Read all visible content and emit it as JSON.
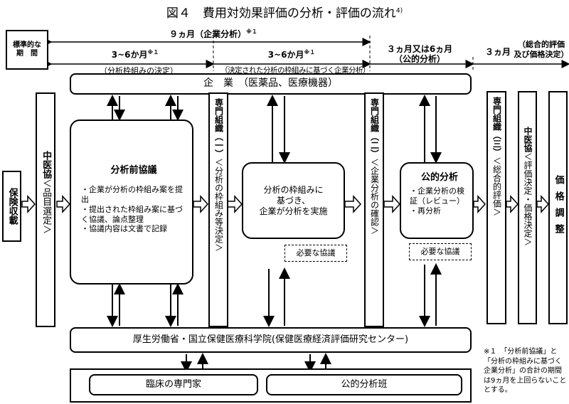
{
  "title": "図４　費用対効果評価の分析・評価の流れ",
  "title_sup": "4)",
  "period_box": "標準的な\n期　間",
  "timeline": {
    "total": "９ヵ月（企業分析）",
    "total_note": "※１",
    "seg1": "3~6か月",
    "seg1_note": "※１",
    "seg1_sub": "（分析枠組みの決定）",
    "seg2": "3~6か月",
    "seg2_note": "※１",
    "seg2_sub": "（決定された分析の枠組みに基づく企業分析）",
    "seg3": "３ヵ月又は6ヵ月",
    "seg3_sub": "（公的分析）",
    "seg4": "３ヵ月",
    "seg4_side": "（総合的評価\n及び価格決定）"
  },
  "company_bar": "企　業　（医薬品、医療機器）",
  "cols": {
    "c1": "保険収載",
    "c2": "中医協",
    "c2_sub": "＜品目選定＞",
    "c3_title": "分析前協議",
    "c3_items": [
      "・企業が分析の枠組み案を提出",
      "・提出された枠組み案に基づく協議、論点整理",
      "・協議内容は文書で記録"
    ],
    "c4": "専門組織（一）",
    "c4_sub": "＜分析の枠組み等決定＞",
    "c5": "分析の枠組みに\n基づき、\n企業が分析を実施",
    "c5_dash": "必要な協議",
    "c6": "専門組織（二）",
    "c6_sub": "＜企業分析の確認＞",
    "c7_title": "公的分析",
    "c7_items": [
      "・企業分析の検証（レビュー）",
      "・再分析"
    ],
    "c7_dash": "必要な協議",
    "c8": "専門組織（三）",
    "c8_sub": "＜総合的評価＞",
    "c9": "中医協",
    "c9_sub": "＜評価決定・価格決定＞",
    "c10": "価格調整"
  },
  "ministry_bar": "厚生労働省・国立保健医療科学院(保健医療経済評価研究センター)",
  "bottom_left": "臨床の専門家",
  "bottom_right": "公的分析班",
  "footnote": "※１　「分析前協議」と「分析の枠組みに基づく企業分析」の合計の期間は9ヵ月を上回らないこととする。"
}
